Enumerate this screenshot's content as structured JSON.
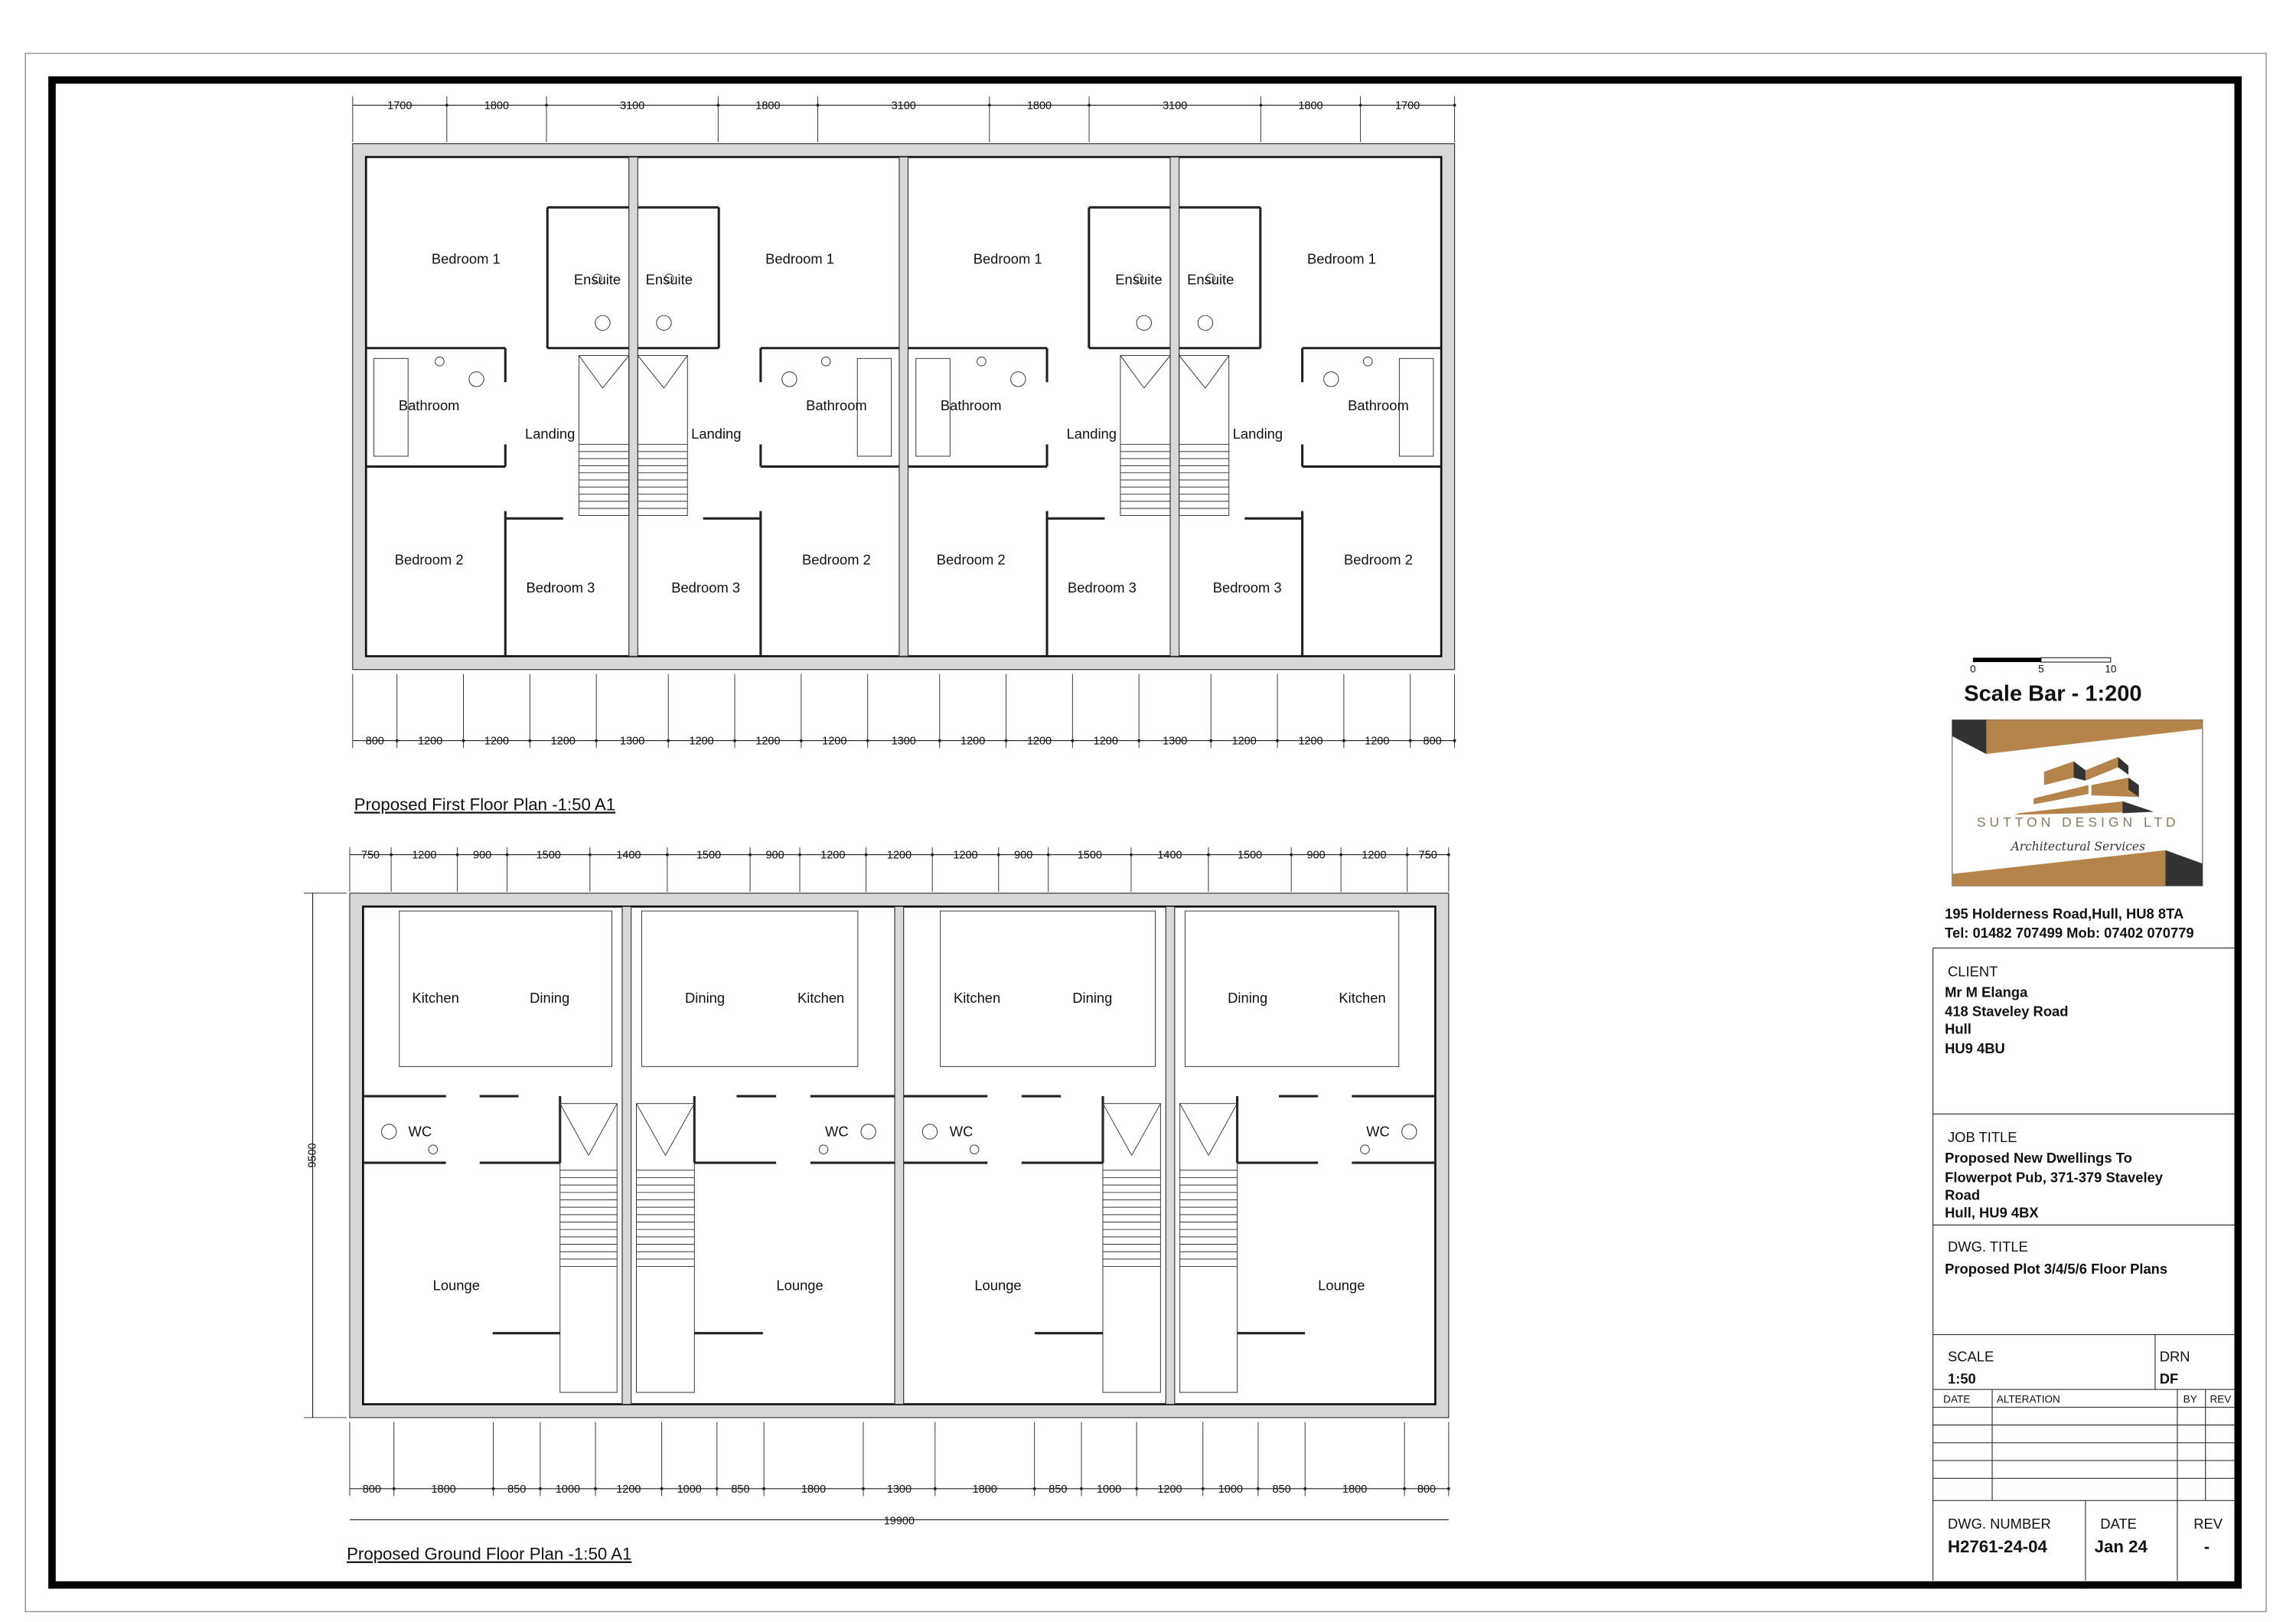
{
  "first_floor": {
    "title": "Proposed First Floor Plan -1:50 A1",
    "top_dims": [
      "1700",
      "1800",
      "3100",
      "1800",
      "3100",
      "1800",
      "3100",
      "1800",
      "1700"
    ],
    "bottom_dims": [
      "800",
      "1200",
      "1200",
      "1200",
      "1300",
      "1200",
      "1200",
      "1200",
      "1300",
      "1200",
      "1200",
      "1200",
      "1300",
      "1200",
      "1200",
      "1200",
      "800"
    ],
    "units": [
      {
        "bedroom1": "Bedroom 1",
        "ensuite": "Ensuite",
        "bathroom": "Bathroom",
        "landing": "Landing",
        "bedroom2": "Bedroom 2",
        "bedroom3": "Bedroom 3"
      },
      {
        "bedroom1": "Bedroom 1",
        "ensuite": "Ensuite",
        "bathroom": "Bathroom",
        "landing": "Landing",
        "bedroom2": "Bedroom 2",
        "bedroom3": "Bedroom 3"
      },
      {
        "bedroom1": "Bedroom 1",
        "ensuite": "Ensuite",
        "bathroom": "Bathroom",
        "landing": "Landing",
        "bedroom2": "Bedroom 2",
        "bedroom3": "Bedroom 3"
      },
      {
        "bedroom1": "Bedroom 1",
        "ensuite": "Ensuite",
        "bathroom": "Bathroom",
        "landing": "Landing",
        "bedroom2": "Bedroom 2",
        "bedroom3": "Bedroom 3"
      }
    ]
  },
  "ground_floor": {
    "title": "Proposed Ground Floor Plan -1:50 A1",
    "top_dims": [
      "750",
      "1200",
      "900",
      "1500",
      "1400",
      "1500",
      "900",
      "1200",
      "1200",
      "1200",
      "900",
      "1500",
      "1400",
      "1500",
      "900",
      "1200",
      "750"
    ],
    "bottom_dims": [
      "800",
      "1800",
      "850",
      "1000",
      "1200",
      "1000",
      "850",
      "1800",
      "1300",
      "1800",
      "850",
      "1000",
      "1200",
      "1000",
      "850",
      "1800",
      "800"
    ],
    "overall_width": "19900",
    "overall_depth": "9500",
    "units": [
      {
        "kitchen": "Kitchen",
        "dining": "Dining",
        "wc": "WC",
        "lounge": "Lounge"
      },
      {
        "kitchen": "Kitchen",
        "dining": "Dining",
        "wc": "WC",
        "lounge": "Lounge"
      },
      {
        "kitchen": "Kitchen",
        "dining": "Dining",
        "wc": "WC",
        "lounge": "Lounge"
      },
      {
        "kitchen": "Kitchen",
        "dining": "Dining",
        "wc": "WC",
        "lounge": "Lounge"
      }
    ]
  },
  "scale_bar": {
    "ticks": [
      "0",
      "5",
      "10"
    ],
    "title": "Scale Bar - 1:200"
  },
  "logo": {
    "company": "SUTTON DESIGN LTD",
    "tagline": "Architectural Services",
    "colors": {
      "bronze": "#b5844a",
      "dark": "#333333"
    }
  },
  "title_block": {
    "address": "195 Holderness Road,Hull, HU8 8TA",
    "contact": "Tel: 01482 707499 Mob: 07402 070779",
    "client_label": "CLIENT",
    "client_lines": [
      "Mr M Elanga",
      "418 Staveley Road",
      "Hull",
      "HU9 4BU"
    ],
    "job_label": "JOB TITLE",
    "job_lines": [
      "Proposed New Dwellings To",
      "Flowerpot Pub, 371-379 Staveley",
      "Road",
      "Hull, HU9 4BX"
    ],
    "dwg_title_label": "DWG. TITLE",
    "dwg_title": "Proposed Plot 3/4/5/6 Floor Plans",
    "scale_label": "SCALE",
    "scale": "1:50",
    "drn_label": "DRN",
    "drn": "DF",
    "rev_table_headers": [
      "DATE",
      "ALTERATION",
      "BY",
      "REV"
    ],
    "dwg_number_label": "DWG. NUMBER",
    "dwg_number": "H2761-24-04",
    "date_label": "DATE",
    "date": "Jan 24",
    "rev_label": "REV",
    "rev": "-"
  }
}
